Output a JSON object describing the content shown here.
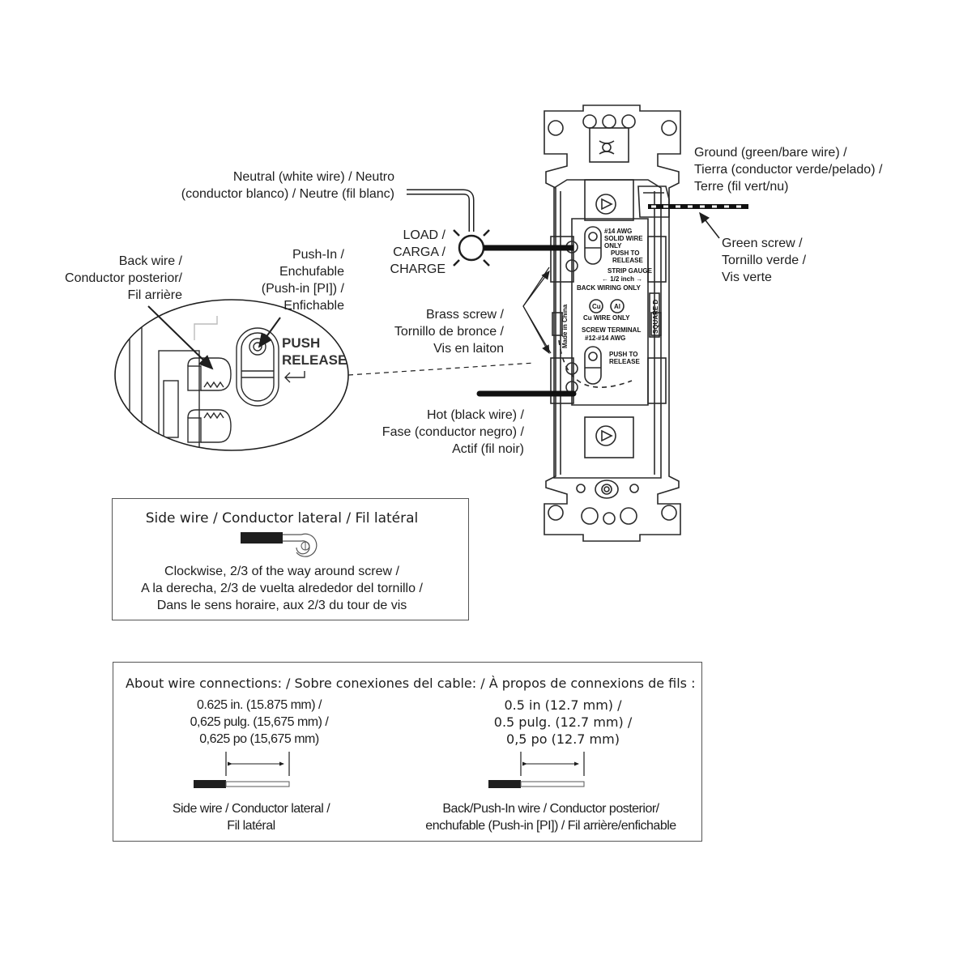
{
  "labels": {
    "neutral": [
      "Neutral (white wire) / Neutro",
      "(conductor blanco) / Neutre (fil blanc)"
    ],
    "ground": [
      "Ground (green/bare wire) /",
      "Tierra (conductor verde/pelado) /",
      "Terre (fil vert/nu)"
    ],
    "load": [
      "LOAD /",
      "CARGA /",
      "CHARGE"
    ],
    "green_screw": [
      "Green screw  /",
      "Tornillo verde /",
      "Vis verte"
    ],
    "back_wire": [
      "Back wire /",
      "Conductor posterior/",
      "Fil arrière"
    ],
    "push_in": [
      "Push-In /",
      "Enchufable",
      "(Push-in [PI]) /",
      "Enfichable"
    ],
    "brass_screw": [
      "Brass screw /",
      "Tornillo de bronce /",
      "Vis en laiton"
    ],
    "hot": [
      "Hot (black wire) /",
      "Fase (conductor negro) /",
      "Actif (fil noir)"
    ]
  },
  "device_markings": {
    "awg": "#14 AWG",
    "solid_wire": "SOLID WIRE",
    "only": "ONLY",
    "push_to": "PUSH TO",
    "release": "RELEASE",
    "strip_gauge": "STRIP GAUGE",
    "half_inch": "← 1/2 inch →",
    "back_wiring_only": "BACK WIRING ONLY",
    "cu": "Cu",
    "al": "Al",
    "cu_wire_only": "Cu WIRE ONLY",
    "screw_terminal": "SCREW TERMINAL",
    "awg_range": "#12-#14 AWG",
    "made_in": "Made in China",
    "brand": "SQUARE D",
    "detail_push": "PUSH",
    "detail_release": "RELEASE"
  },
  "side_wire_box": {
    "title": "Side wire / Conductor lateral / Fil latéral",
    "lines": [
      "Clockwise, 2/3 of the way around screw /",
      "A la derecha, 2/3 de vuelta alrededor del tornillo /",
      "Dans le sens horaire, aux 2/3 du tour de vis"
    ]
  },
  "connections_box": {
    "title": "About wire connections: / Sobre conexiones del cable: / À propos de connexions de fils :",
    "side": {
      "measure": [
        "0.625 in. (15.875 mm) /",
        "0,625 pulg. (15,675 mm) /",
        "0,625 po (15,675 mm)"
      ],
      "caption": [
        "Side wire / Conductor lateral /",
        "Fil latéral"
      ]
    },
    "back": {
      "measure": [
        "0.5 in (12.7 mm) /",
        "0.5 pulg. (12.7 mm) /",
        "0,5 po (12.7 mm)"
      ],
      "caption": [
        "Back/Push-In wire / Conductor posterior/",
        "enchufable (Push-in [PI]) / Fil arrière/enfichable"
      ]
    }
  },
  "colors": {
    "line": "#1e1e1e",
    "box_border": "#555555"
  }
}
